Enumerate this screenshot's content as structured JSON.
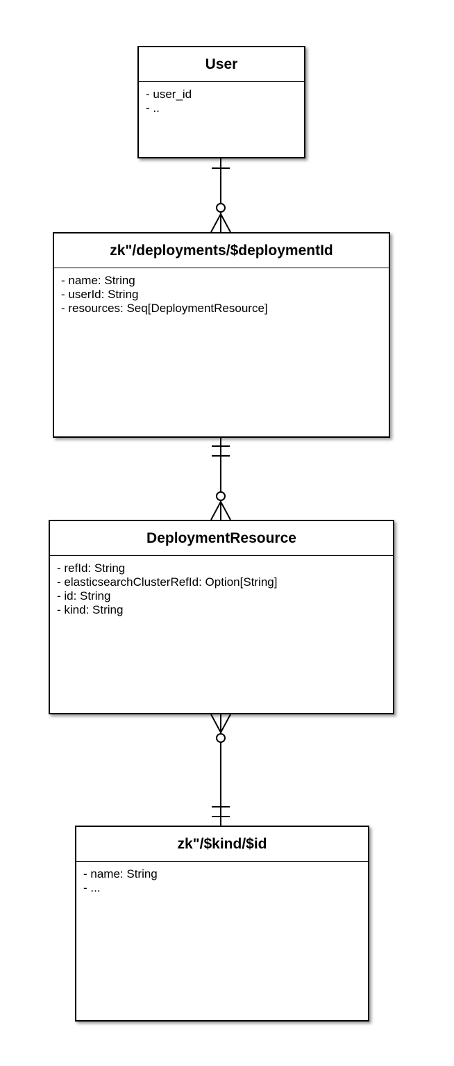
{
  "entities": {
    "user": {
      "title": "User",
      "fields": [
        "- user_id",
        "- .."
      ]
    },
    "deployments": {
      "title": "zk\"/deployments/$deploymentId",
      "fields": [
        "- name: String",
        "- userId: String",
        "- resources: Seq[DeploymentResource]"
      ]
    },
    "resource": {
      "title": "DeploymentResource",
      "fields": [
        "- refId: String",
        "- elasticsearchClusterRefId: Option[String]",
        "- id: String",
        "- kind: String"
      ]
    },
    "kind": {
      "title": "zk\"/$kind/$id",
      "fields": [
        "- name: String",
        "- ..."
      ]
    }
  },
  "relationships": [
    {
      "from": "user",
      "to": "deployments",
      "from_cardinality": "exactly-one",
      "to_cardinality": "zero-or-many"
    },
    {
      "from": "deployments",
      "to": "resource",
      "from_cardinality": "exactly-one",
      "to_cardinality": "zero-or-many"
    },
    {
      "from": "resource",
      "to": "kind",
      "from_cardinality": "zero-or-many",
      "to_cardinality": "exactly-one"
    }
  ]
}
